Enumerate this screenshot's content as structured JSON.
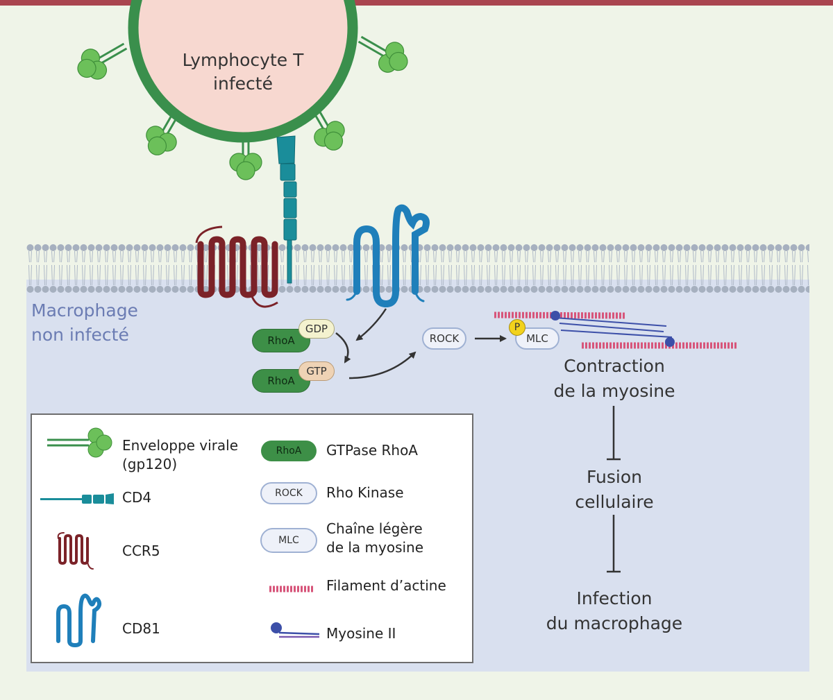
{
  "header": {
    "accent_color": "#a9454f"
  },
  "infected_cell": {
    "title_line1": "Lymphocyte T",
    "title_line2": "infecté"
  },
  "target_cell": {
    "title_line1": "Macrophage",
    "title_line2": "non infecté"
  },
  "signaling": {
    "rhoa_label": "RhoA",
    "gdp_label": "GDP",
    "gtp_label": "GTP",
    "rock_label": "ROCK",
    "mlc_label": "MLC",
    "phospho_label": "P"
  },
  "pathway": {
    "step1_line1": "Contraction",
    "step1_line2": "de la myosine",
    "step2_line1": "Fusion",
    "step2_line2": "cellulaire",
    "step3_line1": "Infection",
    "step3_line2": "du macrophage"
  },
  "legend": {
    "envelope_line1": "Enveloppe virale",
    "envelope_line2": "(gp120)",
    "cd4": "CD4",
    "ccr5": "CCR5",
    "cd81": "CD81",
    "rhoa_icon_label": "RhoA",
    "rhoa_desc": "GTPase RhoA",
    "rock_icon_label": "ROCK",
    "rock_desc": "Rho Kinase",
    "mlc_icon_label": "MLC",
    "mlc_desc_line1": "Chaîne légère",
    "mlc_desc_line2": "de la myosine",
    "actin_desc": "Filament d’actine",
    "myosin_desc": "Myosine II"
  },
  "colors": {
    "gp120": "#6cc05a",
    "cd4": "#1a8d9a",
    "ccr5": "#7b2228",
    "cd81": "#1f7fba",
    "rhoa": "#3d8f47",
    "actin": "#d7557a",
    "myosin": "#3c4fa8"
  }
}
